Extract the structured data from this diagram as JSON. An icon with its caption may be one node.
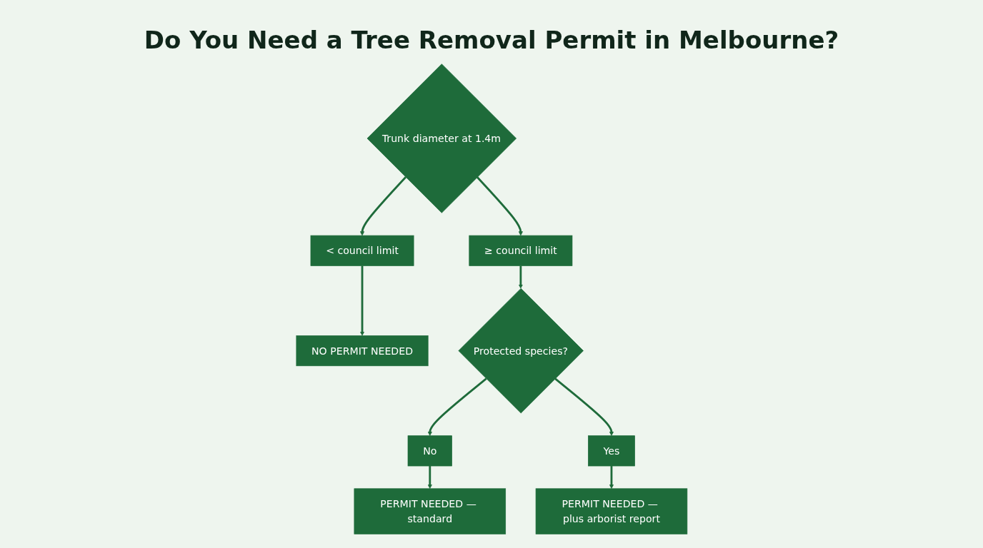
{
  "diagram": {
    "title": "Do You Need a Tree Removal Permit in Melbourne?",
    "nodes": [
      {
        "text": [
          "Trunk diameter at 1.4m"
        ]
      },
      {
        "text": [
          "< council limit"
        ]
      },
      {
        "text": [
          "≥ council limit"
        ]
      },
      {
        "text": [
          "NO PERMIT NEEDED"
        ]
      },
      {
        "text": [
          "Protected species?"
        ]
      },
      {
        "text": [
          "No"
        ]
      },
      {
        "text": [
          "Yes"
        ]
      },
      {
        "text": [
          "PERMIT NEEDED — standard"
        ]
      },
      {
        "text": [
          "PERMIT NEEDED — plus arborist report"
        ]
      }
    ],
    "edges": [
      {
        "from": 0,
        "to": 1,
        "arrow": "to"
      },
      {
        "from": 0,
        "to": 2,
        "arrow": "to"
      },
      {
        "from": 1,
        "to": 3,
        "arrow": "to"
      },
      {
        "from": 2,
        "to": 4,
        "arrow": "to"
      },
      {
        "from": 4,
        "to": 5,
        "arrow": "to"
      },
      {
        "from": 4,
        "to": 6,
        "arrow": "to"
      },
      {
        "from": 5,
        "to": 7,
        "arrow": "to"
      },
      {
        "from": 6,
        "to": 8,
        "arrow": "to"
      }
    ]
  }
}
